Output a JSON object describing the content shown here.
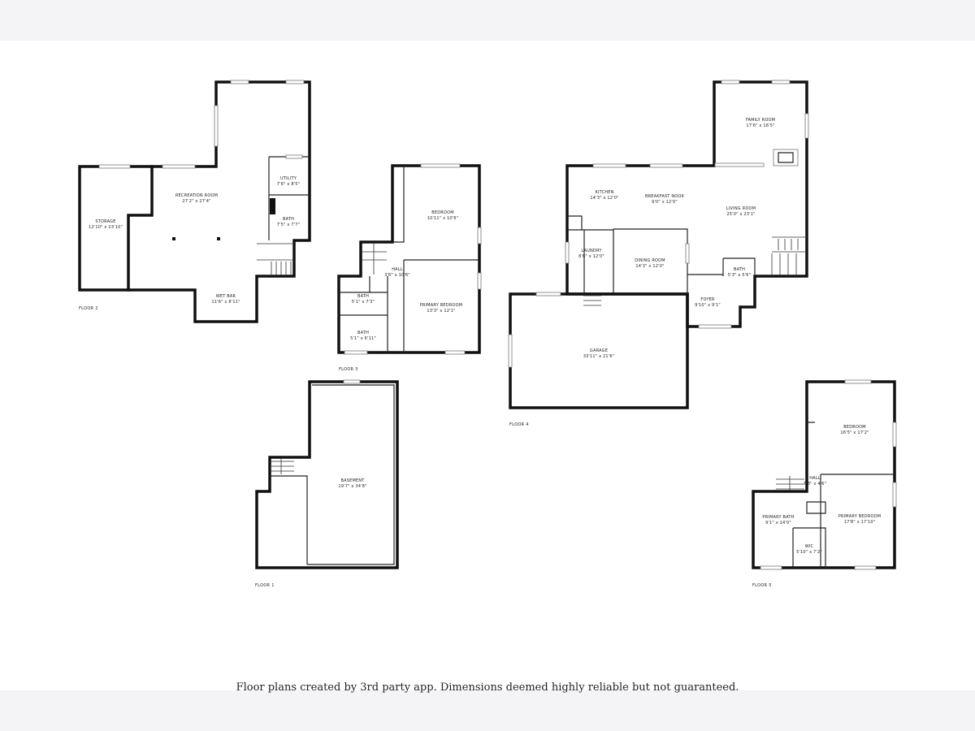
{
  "colors": {
    "wall": "#111111",
    "background": "#ffffff",
    "margin": "#f4f4f6"
  },
  "floors": {
    "floor2": {
      "label": "FLOOR 2",
      "rooms": {
        "recreation": {
          "name": "RECREATION ROOM",
          "dims": "27'2\" x 27'4\""
        },
        "storage": {
          "name": "STORAGE",
          "dims": "12'10\" x 23'10\""
        },
        "utility": {
          "name": "UTILITY",
          "dims": "7'6\" x 8'5\""
        },
        "bath": {
          "name": "BATH",
          "dims": "7'5\" x 7'7\""
        },
        "wetbar": {
          "name": "WET BAR",
          "dims": "11'6\" x 8'11\""
        }
      }
    },
    "floor3": {
      "label": "FLOOR 3",
      "rooms": {
        "bedroom": {
          "name": "BEDROOM",
          "dims": "10'11\" x 10'6\""
        },
        "hall": {
          "name": "HALL",
          "dims": "3'6\" x 10'6\""
        },
        "primary": {
          "name": "PRIMARY BEDROOM",
          "dims": "13'3\" x 12'1\""
        },
        "bath1": {
          "name": "BATH",
          "dims": "5'1\" x 7'3\""
        },
        "bath2": {
          "name": "BATH",
          "dims": "5'1\" x 6'11\""
        }
      }
    },
    "floor4": {
      "label": "FLOOR 4",
      "rooms": {
        "family": {
          "name": "FAMILY ROOM",
          "dims": "17'6\" x 16'5\""
        },
        "kitchen": {
          "name": "KITCHEN",
          "dims": "14'3\" x 12'0\""
        },
        "breakfast": {
          "name": "BREAKFAST NOOK",
          "dims": "9'0\" x 12'0\""
        },
        "living": {
          "name": "LIVING ROOM",
          "dims": "25'0\" x 23'1\""
        },
        "laundry": {
          "name": "LAUNDRY",
          "dims": "8'6\" x 12'0\""
        },
        "dining": {
          "name": "DINING ROOM",
          "dims": "14'3\" x 12'0\""
        },
        "bath": {
          "name": "BATH",
          "dims": "5'3\" x 5'6\""
        },
        "foyer": {
          "name": "FOYER",
          "dims": "9'10\" x 9'1\""
        },
        "garage": {
          "name": "GARAGE",
          "dims": "33'11\" x 21'6\""
        }
      }
    },
    "floor1": {
      "label": "FLOOR 1",
      "rooms": {
        "basement": {
          "name": "BASEMENT",
          "dims": "19'7\" x 34'8\""
        }
      }
    },
    "floor5": {
      "label": "FLOOR 5",
      "rooms": {
        "bedroom": {
          "name": "BEDROOM",
          "dims": "16'5\" x 17'2\""
        },
        "hall": {
          "name": "HALL",
          "dims": "7'8\" x 4'6\""
        },
        "primarybath": {
          "name": "PRIMARY BATH",
          "dims": "9'1\" x 14'0\""
        },
        "primary": {
          "name": "PRIMARY BEDROOM",
          "dims": "17'8\" x 17'10\""
        },
        "wic": {
          "name": "WIC",
          "dims": "5'10\" x 7'2\""
        }
      }
    }
  },
  "footer": {
    "note": "Floor plans created by 3rd party app.  Dimensions deemed highly reliable but not guaranteed."
  }
}
